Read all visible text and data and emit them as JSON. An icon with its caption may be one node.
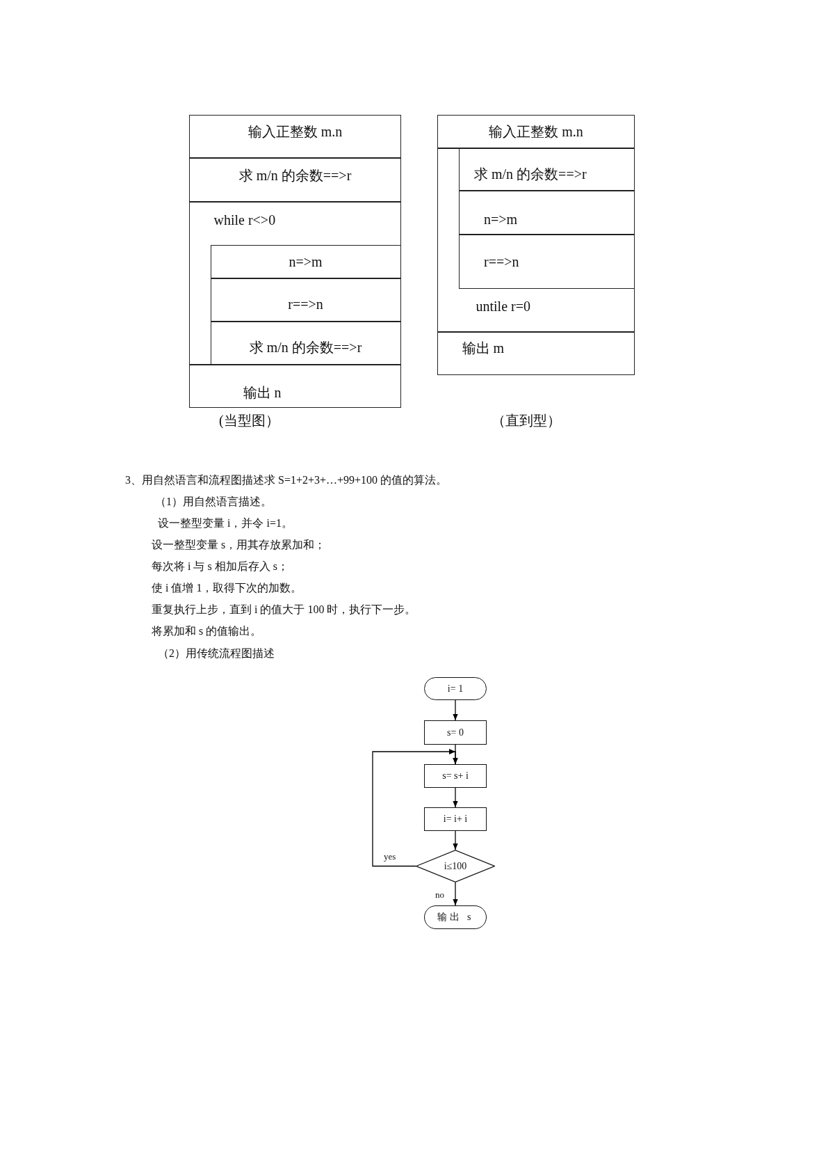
{
  "diagram": {
    "nodes": [
      {
        "text": [
          "输入正整数 m.n"
        ]
      },
      {
        "text": [
          "求 m/n 的余数==>r"
        ]
      },
      {
        "text": [
          "while r<>0"
        ]
      },
      {
        "text": [
          "n=>m"
        ],
        "in": 2
      },
      {
        "text": [
          "r==>n"
        ],
        "in": 2
      },
      {
        "text": [
          "求 m/n 的余数==>r"
        ],
        "in": 2
      },
      {
        "text": [
          "输出 n"
        ]
      },
      {
        "text": [
          "输入正整数 m.n"
        ]
      },
      {
        "text": [
          "untile r=0"
        ]
      },
      {
        "text": [
          "求 m/n 的余数==>r"
        ],
        "in": 8
      },
      {
        "text": [
          "n=>m"
        ],
        "in": 8
      },
      {
        "text": [
          "r==>n"
        ],
        "in": 8
      },
      {
        "text": [
          "输出 m"
        ]
      },
      {
        "text": [
          "i= 1"
        ]
      },
      {
        "text": [
          "s= 0"
        ]
      },
      {
        "text": [
          "s= s+ i"
        ]
      },
      {
        "text": [
          "i= i+ i"
        ]
      },
      {
        "text": [
          "i≤100"
        ]
      },
      {
        "text": [
          "输出 s"
        ]
      }
    ],
    "edges": [
      {
        "from": 13,
        "to": 14,
        "arrow": "to"
      },
      {
        "from": 14,
        "to": 15,
        "arrow": "to"
      },
      {
        "from": 15,
        "to": 16,
        "arrow": "to"
      },
      {
        "from": 16,
        "to": 17,
        "arrow": "to"
      },
      {
        "from": 17,
        "to": 15,
        "arrow": "to",
        "label": "yes"
      },
      {
        "from": 17,
        "to": 18,
        "arrow": "to",
        "label": "no"
      }
    ],
    "labels": [
      "(当型图）",
      "（直到型）",
      "3、用自然语言和流程图描述求 S=1+2+3+…+99+100 的值的算法。",
      "（1）用自然语言描述。",
      "设一整型变量 i，并令 i=1。",
      "设一整型变量 s，用其存放累加和；",
      "每次将 i 与 s 相加后存入 s；",
      "使 i 值增 1，取得下次的加数。",
      "重复执行上步，直到 i 的值大于 100 时，执行下一步。",
      "将累加和 s 的值输出。",
      "（2）用传统流程图描述"
    ]
  }
}
